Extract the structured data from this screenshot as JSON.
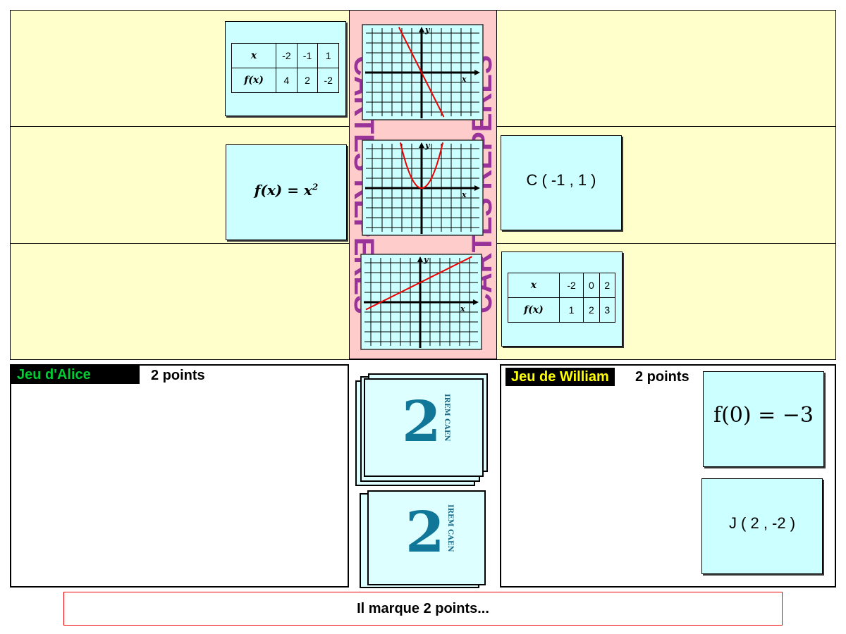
{
  "board": {
    "strip_label": "CARTES REPERES",
    "row1_card": {
      "headers": [
        "x",
        "-2",
        "-1",
        "1"
      ],
      "values": [
        "f(x)",
        "4",
        "2",
        "-2"
      ]
    },
    "row2_card": {
      "formula": "f(x) = x",
      "exponent": "2"
    },
    "row2_right": {
      "point": "C ( -1 , 1 )"
    },
    "row3_right": {
      "headers": [
        "x",
        "-2",
        "0",
        "2"
      ],
      "values": [
        "f(x)",
        "1",
        "2",
        "3"
      ]
    },
    "graph_axis_x": "x",
    "graph_axis_y": "y"
  },
  "alice": {
    "name": "Jeu d'Alice",
    "score": "2 points",
    "color": "#00cc33"
  },
  "william": {
    "name": "Jeu de William",
    "score": "2 points",
    "color": "#ffff00",
    "cards": [
      "f(0) = −3",
      "J ( 2 , -2 )"
    ]
  },
  "deck": {
    "logo": "IREM CAEN"
  },
  "message": "Il marque 2 points..."
}
